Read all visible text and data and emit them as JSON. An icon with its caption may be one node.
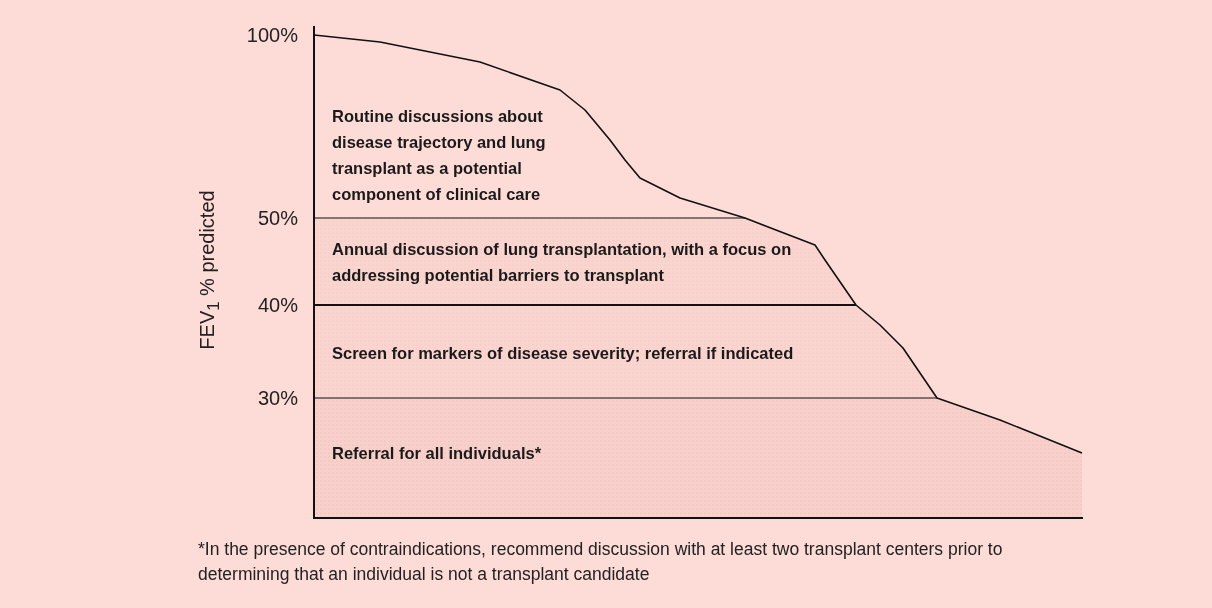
{
  "diagram": {
    "nodes": [
      {
        "text": [
          "Routine discussions about disease trajectory and lung transplant as a potential component of clinical care"
        ]
      },
      {
        "text": [
          "Annual discussion of lung transplantation, with a focus on addressing potential barriers to transplant"
        ]
      },
      {
        "text": [
          "Screen for markers of disease severity; referral if indicated"
        ]
      },
      {
        "text": [
          "Referral for all individuals*"
        ]
      }
    ],
    "edges": [],
    "labels": [
      "100%",
      "50%",
      "40%",
      "30%",
      "FEV$_{1}$ % predicted"
    ],
    "caption": "*In the presence of contraindications, recommend discussion with at least two transplant centers prior to determining that an individual is not a transplant candidate"
  }
}
